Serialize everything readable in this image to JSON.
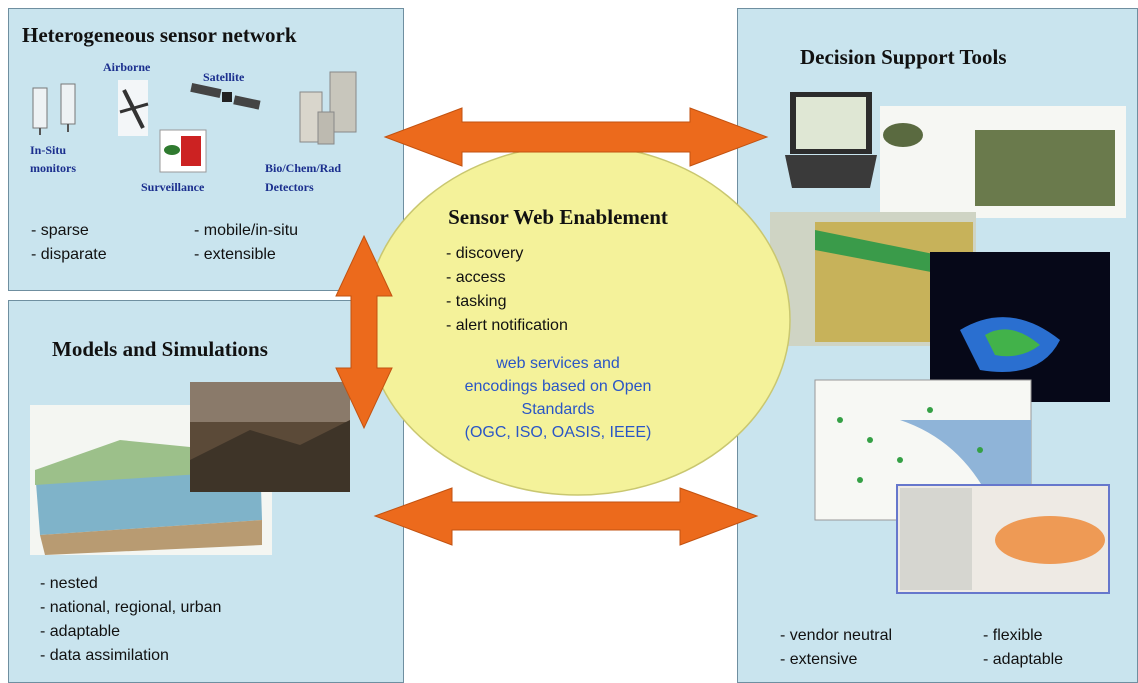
{
  "sensor_network": {
    "title": "Heterogeneous sensor network",
    "labels": {
      "airborne": "Airborne",
      "satellite": "Satellite",
      "in_situ_1": "In-Situ",
      "in_situ_2": "monitors",
      "surveillance": "Surveillance",
      "detectors_1": "Bio/Chem/Rad",
      "detectors_2": "Detectors"
    },
    "bullets_left": [
      "- sparse",
      "- disparate"
    ],
    "bullets_right": [
      "- mobile/in-situ",
      "- extensible"
    ]
  },
  "models": {
    "title": "Models and Simulations",
    "bullets": [
      "- nested",
      "- national, regional, urban",
      "- adaptable",
      "- data assimilation"
    ]
  },
  "decision": {
    "title": "Decision Support Tools",
    "bullets_left": [
      "- vendor neutral",
      "- extensive"
    ],
    "bullets_right": [
      "- flexible",
      "- adaptable"
    ]
  },
  "center": {
    "title": "Sensor Web Enablement",
    "bullets": [
      "- discovery",
      "- access",
      "- tasking",
      "- alert notification"
    ],
    "note_lines": [
      "web services and",
      "encodings based on Open",
      "Standards",
      "(OGC, ISO, OASIS, IEEE)"
    ]
  },
  "colors": {
    "panel": "#c9e4ee",
    "circle": "#f4f29a",
    "arrow": "#ec6a1c",
    "note_text": "#2a56c6"
  }
}
